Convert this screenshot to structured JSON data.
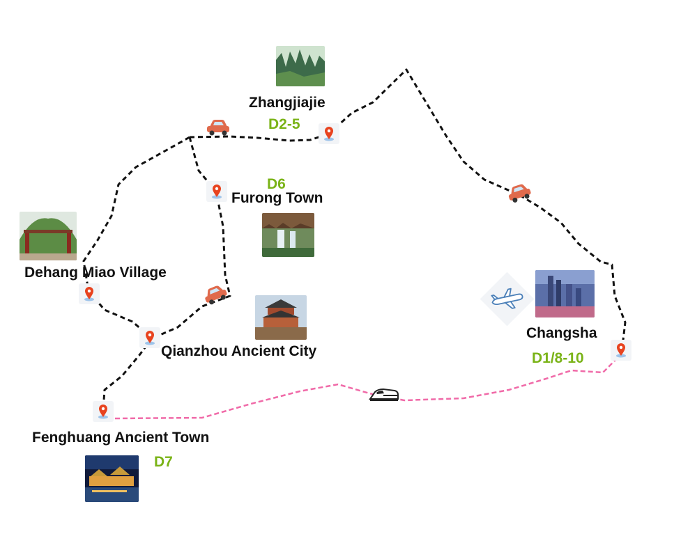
{
  "places": {
    "zhangjiajie": {
      "name": "Zhangjiajie",
      "days": "D2-5"
    },
    "furong": {
      "name": "Furong Town",
      "days": "D6"
    },
    "dehang": {
      "name": "Dehang Miao Village"
    },
    "qianzhou": {
      "name": "Qianzhou Ancient City"
    },
    "fenghuang": {
      "name": "Fenghuang Ancient Town",
      "days": "D7"
    },
    "changsha": {
      "name": "Changsha",
      "days": "D1/8-10"
    }
  },
  "colors": {
    "road_route": "#111111",
    "rail_route": "#f06aa8",
    "day_label": "#7ab317",
    "pin": "#e8431f",
    "car": "#e06a4c"
  },
  "icons": [
    "car-icon",
    "train-icon",
    "plane-icon",
    "location-pin-icon"
  ]
}
